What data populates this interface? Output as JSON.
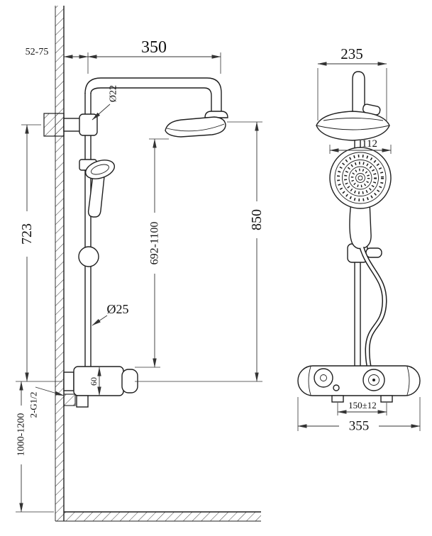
{
  "drawing": {
    "title": "thermostatic shower column technical drawing",
    "front_view": {
      "wall_offset": "52-75",
      "arm_reach": "350",
      "top_pipe_diameter": "Ø22",
      "bracket_to_mixer_height": "723",
      "riser_diameter": "Ø25",
      "head_to_mixer_range": "692-1100",
      "mixer_to_head_height": "850",
      "mixer_body_height": "60",
      "inlet_connections": "2-G1/2",
      "mixer_install_height": "1000-1200"
    },
    "side_view": {
      "head_width": "235",
      "hand_shower_diameter": "112",
      "inlet_spacing": "150±12",
      "mixer_width": "355"
    }
  }
}
